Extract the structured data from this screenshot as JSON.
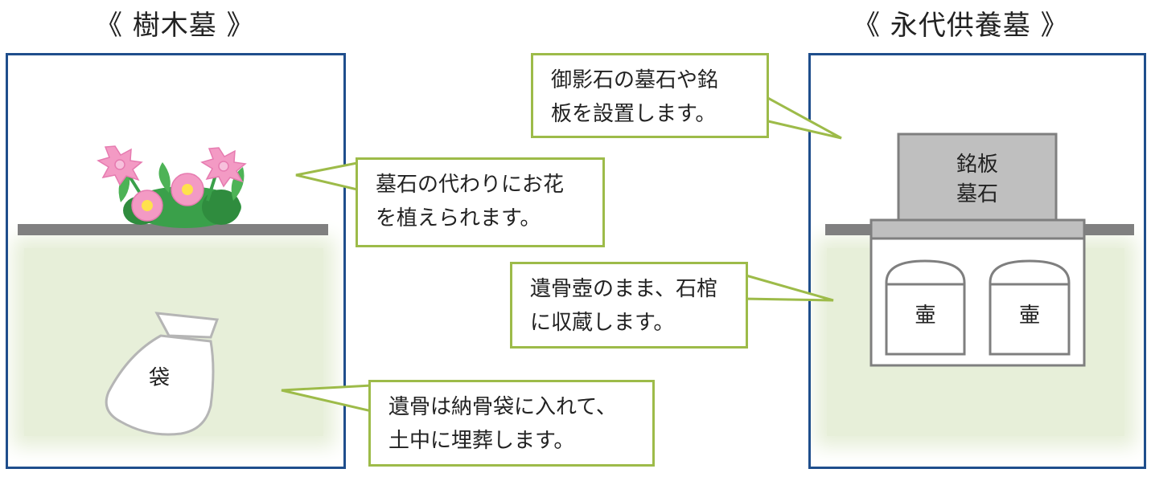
{
  "left": {
    "title": "《 樹木墓 》",
    "bag_label": "袋",
    "callout_flowers": [
      "墓石の代わりにお花",
      "を植えられます。"
    ],
    "callout_bag": [
      "遺骨は納骨袋に入れて、",
      "土中に埋葬します。"
    ]
  },
  "right": {
    "title": "《 永代供養墓 》",
    "callout_stone": [
      "御影石の墓石や銘",
      "板を設置します。"
    ],
    "stone_label": [
      "銘板",
      "墓石"
    ],
    "callout_urn": [
      "遺骨壺のまま、石棺",
      "に収蔵します。"
    ],
    "urn_label": "壷"
  },
  "colors": {
    "panel_border": "#1f4e8c",
    "callout_border": "#9dbb49",
    "soil": "#e7efd9",
    "ground": "#808080",
    "flower": "#f39ac4",
    "leaf": "#3aa04a"
  }
}
